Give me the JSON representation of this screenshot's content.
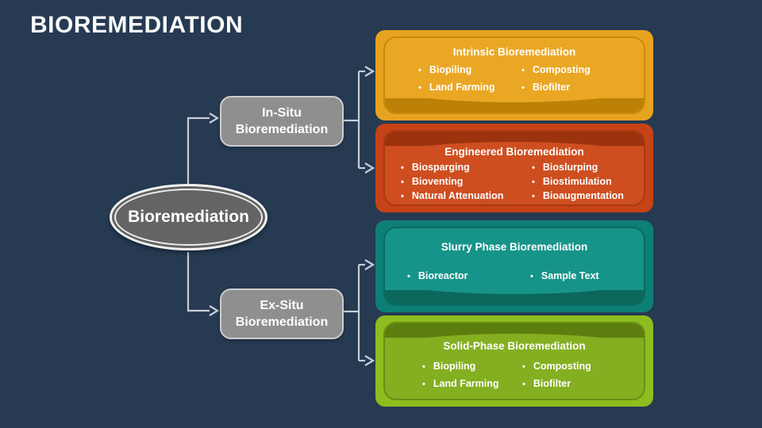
{
  "slide": {
    "title": "BIOREMEDIATION",
    "background_color": "#263A52",
    "connector_color": "#C9CDD3"
  },
  "root_node": {
    "label": "Bioremediation",
    "fill": "#646464"
  },
  "branch_nodes": [
    {
      "label": "In-Situ Bioremediation",
      "fill": "#8F8F8F"
    },
    {
      "label": "Ex-Situ Bioremediation",
      "fill": "#8F8F8F"
    }
  ],
  "cards": [
    {
      "title": "Intrinsic Bioremediation",
      "bullets_left": [
        "Biopiling",
        "Land Farming"
      ],
      "bullets_right": [
        "Composting",
        "Biofilter"
      ],
      "colors": {
        "base": "#E7A31F",
        "panel": "#EAA724",
        "shade": "#BC8106",
        "border": "#C78A0C"
      }
    },
    {
      "title": "Engineered Bioremediation",
      "bullets_left": [
        "Biosparging",
        "Bioventing",
        "Natural Attenuation"
      ],
      "bullets_right": [
        "Bioslurping",
        "Biostimulation",
        "Bioaugmentation"
      ],
      "colors": {
        "base": "#C64217",
        "panel": "#CE4E20",
        "shade": "#9C330D",
        "border": "#A73A11"
      }
    },
    {
      "title": "Slurry Phase Bioremediation",
      "bullets_left": [
        "Bioreactor"
      ],
      "bullets_right": [
        "Sample Text"
      ],
      "colors": {
        "base": "#0E7F75",
        "panel": "#17948A",
        "shade": "#0B675C",
        "border": "#0B6A5F"
      }
    },
    {
      "title": "Solid-Phase Bioremediation",
      "bullets_left": [
        "Biopiling",
        "Land Farming"
      ],
      "bullets_right": [
        "Composting",
        "Biofilter"
      ],
      "colors": {
        "base": "#8DBD1E",
        "panel": "#84AF20",
        "shade": "#5D7D0F",
        "border": "#6B8D13"
      }
    }
  ]
}
